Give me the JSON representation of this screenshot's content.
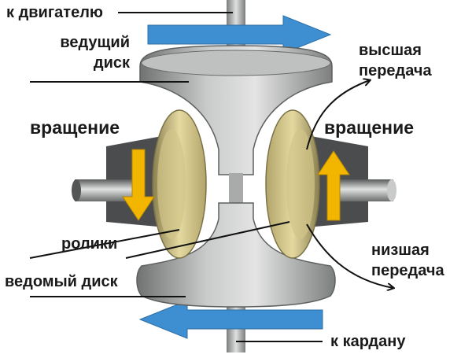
{
  "labels": {
    "to_engine": "к двигателю",
    "driving_disc": [
      "ведущий",
      "диск"
    ],
    "higher_gear": [
      "высшая",
      "передача"
    ],
    "rotation_left": "вращение",
    "rotation_right": "вращение",
    "rollers": "ролики",
    "driven_disc": "ведомый диск",
    "lower_gear": [
      "низшая",
      "передача"
    ],
    "to_driveshaft": "к кардану"
  },
  "colors": {
    "flow_arrow": "#3d8fd1",
    "rotation_arrow": "#f2b600",
    "roller": "#d9ce91",
    "disc": "#9a9c9b",
    "bracket": "#4a4c4e"
  }
}
